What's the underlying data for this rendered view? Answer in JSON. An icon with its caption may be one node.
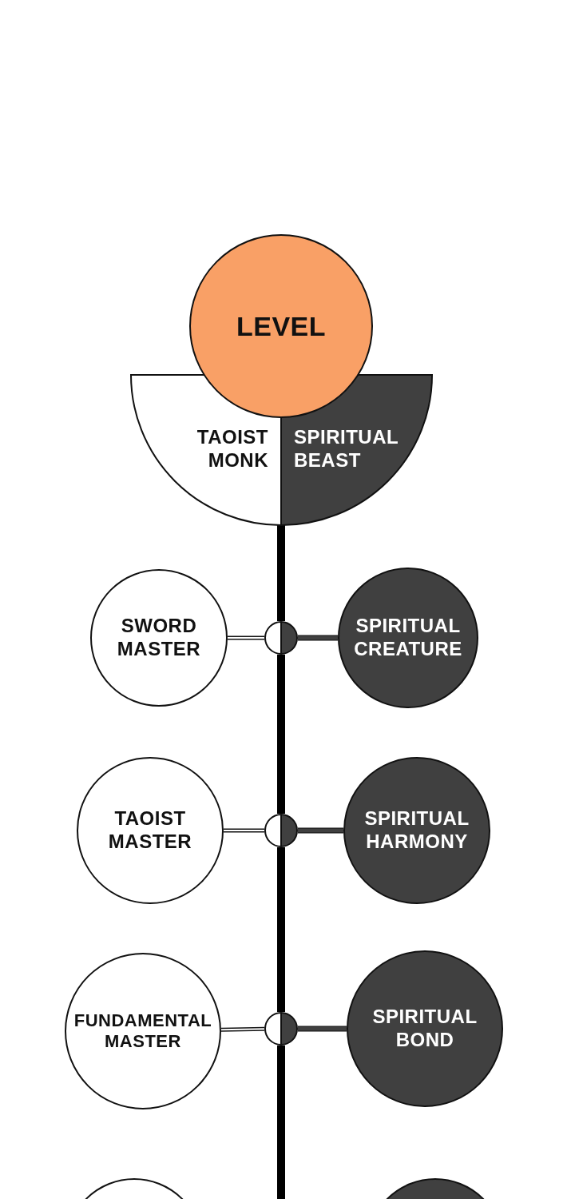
{
  "diagram": {
    "nodes": [
      {
        "text": [
          "LEVEL"
        ]
      },
      {
        "text": [
          "TAOIST MONK"
        ]
      },
      {
        "text": [
          "SPIRITUAL BEAST"
        ]
      },
      {
        "text": [
          "SWORD MASTER"
        ]
      },
      {
        "text": [],
        "shape": "circle"
      },
      {
        "text": [
          "SPIRITUAL CREATURE"
        ]
      },
      {
        "text": [
          "TAOIST MASTER"
        ]
      },
      {
        "text": [],
        "shape": "circle"
      },
      {
        "text": [
          "SPIRITUAL HARMONY"
        ]
      },
      {
        "text": [
          "FUNDAMENTAL MASTER"
        ]
      },
      {
        "text": [],
        "shape": "circle"
      },
      {
        "text": [
          "SPIRITUAL BOND"
        ]
      },
      {
        "text": [],
        "shape": "circle"
      },
      {
        "text": [],
        "shape": "circle"
      }
    ],
    "edges": [
      {
        "from": 0,
        "to": 4,
        "arrow": "none",
        "style": "thick"
      },
      {
        "from": 4,
        "to": 7,
        "arrow": "none",
        "style": "thick"
      },
      {
        "from": 7,
        "to": 10,
        "arrow": "none",
        "style": "thick"
      },
      {
        "from": 10,
        "to": null,
        "arrow": "none",
        "style": "thick"
      },
      {
        "from": 3,
        "to": 4,
        "arrow": "none"
      },
      {
        "from": 5,
        "to": 4,
        "arrow": "none",
        "color": "#404040"
      },
      {
        "from": 6,
        "to": 7,
        "arrow": "none"
      },
      {
        "from": 8,
        "to": 7,
        "arrow": "none",
        "color": "#404040"
      },
      {
        "from": 9,
        "to": 10,
        "arrow": "none"
      },
      {
        "from": 11,
        "to": 10,
        "arrow": "none",
        "color": "#404040"
      }
    ]
  }
}
